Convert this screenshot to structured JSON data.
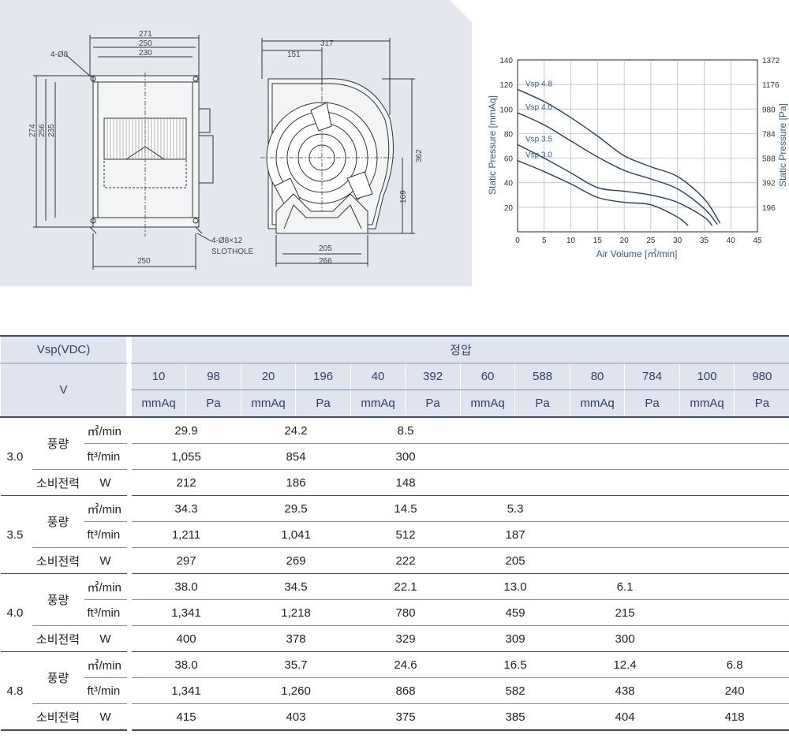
{
  "drawing": {
    "front_dims": [
      "271",
      "250",
      "230"
    ],
    "holes_label": "4-Ø8",
    "left_dims": [
      "274",
      "256",
      "235"
    ],
    "bottom_dim": "250",
    "slot_label_1": "4-Ø8×12",
    "slot_label_2": "SLOTHOLE",
    "side_dims_top": [
      "317",
      "151"
    ],
    "side_dims_right": [
      "362",
      "169"
    ],
    "side_dims_bottom": [
      "205",
      "266"
    ]
  },
  "chart_data": {
    "type": "line",
    "xlabel": "Air Volume [㎥/min]",
    "ylabel": "Static Pressure [mmAq]",
    "y2label": "Static Pressure [Pa]",
    "xlim": [
      0,
      45
    ],
    "ylim": [
      0,
      140
    ],
    "x_ticks": [
      "0",
      "5",
      "10",
      "15",
      "20",
      "25",
      "30",
      "35",
      "40",
      "45"
    ],
    "y_ticks": [
      "20",
      "40",
      "60",
      "80",
      "100",
      "120",
      "140"
    ],
    "y2_ticks": [
      "196",
      "392",
      "588",
      "784",
      "980",
      "1176",
      "1372"
    ],
    "series": [
      {
        "name": "Vsp 4.8",
        "x": [
          0,
          5,
          10,
          15,
          20,
          25,
          30,
          35,
          38
        ],
        "y": [
          116,
          106,
          93,
          78,
          62,
          53,
          45,
          27,
          7
        ]
      },
      {
        "name": "Vsp 4.0",
        "x": [
          0,
          5,
          10,
          15,
          20,
          25,
          30,
          35,
          37.5
        ],
        "y": [
          97,
          87,
          74,
          61,
          50,
          43,
          35,
          19,
          6
        ]
      },
      {
        "name": "Vsp 3.5",
        "x": [
          0,
          5,
          10,
          15,
          20,
          25,
          30,
          35,
          36.5
        ],
        "y": [
          71,
          60,
          48,
          36,
          33,
          30,
          24,
          12,
          5
        ]
      },
      {
        "name": "Vsp 3.0",
        "x": [
          0,
          5,
          10,
          15,
          20,
          25,
          30,
          32
        ],
        "y": [
          58,
          49,
          39,
          28,
          24,
          22,
          12,
          5
        ]
      }
    ]
  },
  "table": {
    "h1_left": "Vsp(VDC)",
    "h1_right": "정압",
    "h2_left": "V",
    "pressures": [
      "10",
      "98",
      "20",
      "196",
      "40",
      "392",
      "60",
      "588",
      "80",
      "784",
      "100",
      "980"
    ],
    "units": [
      "mmAq",
      "Pa",
      "mmAq",
      "Pa",
      "mmAq",
      "Pa",
      "mmAq",
      "Pa",
      "mmAq",
      "Pa",
      "mmAq",
      "Pa"
    ],
    "flow_label": "풍량",
    "power_label": "소비전력",
    "unit_m3": "㎥/min",
    "unit_ft3": "ft³/min",
    "unit_w": "W",
    "groups": [
      {
        "v": "3.0",
        "m3": [
          "29.9",
          "24.2",
          "8.5",
          "",
          "",
          ""
        ],
        "ft3": [
          "1,055",
          "854",
          "300",
          "",
          "",
          ""
        ],
        "w": [
          "212",
          "186",
          "148",
          "",
          "",
          ""
        ]
      },
      {
        "v": "3.5",
        "m3": [
          "34.3",
          "29.5",
          "14.5",
          "5.3",
          "",
          ""
        ],
        "ft3": [
          "1,211",
          "1,041",
          "512",
          "187",
          "",
          ""
        ],
        "w": [
          "297",
          "269",
          "222",
          "205",
          "",
          ""
        ]
      },
      {
        "v": "4.0",
        "m3": [
          "38.0",
          "34.5",
          "22.1",
          "13.0",
          "6.1",
          ""
        ],
        "ft3": [
          "1,341",
          "1,218",
          "780",
          "459",
          "215",
          ""
        ],
        "w": [
          "400",
          "378",
          "329",
          "309",
          "300",
          ""
        ]
      },
      {
        "v": "4.8",
        "m3": [
          "38.0",
          "35.7",
          "24.6",
          "16.5",
          "12.4",
          "6.8"
        ],
        "ft3": [
          "1,341",
          "1,260",
          "868",
          "582",
          "438",
          "240"
        ],
        "w": [
          "415",
          "403",
          "375",
          "385",
          "404",
          "418"
        ]
      }
    ]
  }
}
